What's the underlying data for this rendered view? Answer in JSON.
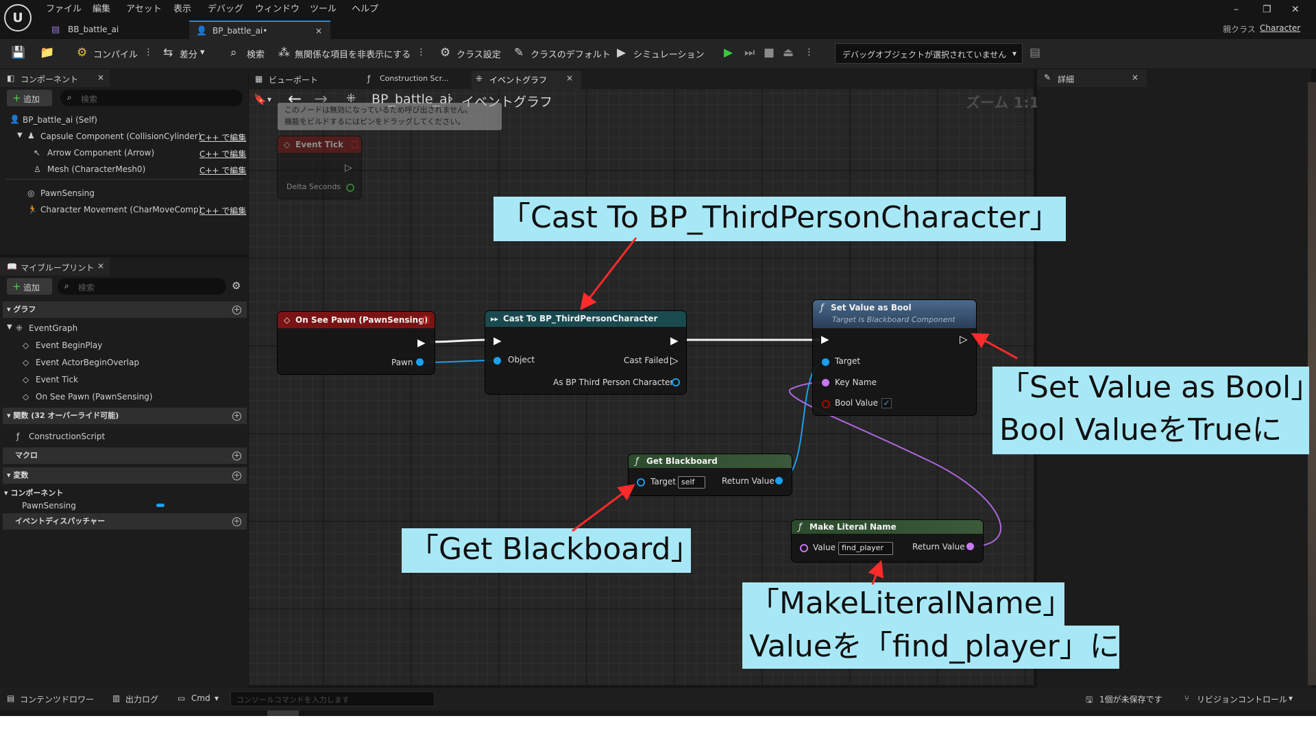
{
  "menu": [
    "ファイル",
    "編集",
    "アセット",
    "表示",
    "デバッグ",
    "ウィンドウ",
    "ツール",
    "ヘルプ"
  ],
  "doc_tabs": [
    {
      "label": "BB_battle_ai"
    },
    {
      "label": "BP_battle_ai•"
    }
  ],
  "parent_class": {
    "label": "親クラス",
    "value": "Character"
  },
  "toolbar": {
    "compile": "コンパイル",
    "diff": "差分",
    "search": "検索",
    "hide_unrelated": "無関係な項目を非表示にする",
    "class_settings": "クラス設定",
    "class_defaults": "クラスのデフォルト",
    "simulation": "シミュレーション",
    "debug_object": "デバッグオブジェクトが選択されていません"
  },
  "components_panel": {
    "title": "コンポーネント",
    "add": "追加",
    "search_placeholder": "検索",
    "self": "BP_battle_ai (Self)",
    "edit_cpp": "C++ で編集",
    "items": [
      {
        "label": "Capsule Component (CollisionCylinder)"
      },
      {
        "label": "Arrow Component (Arrow)"
      },
      {
        "label": "Mesh (CharacterMesh0)"
      },
      {
        "label": "PawnSensing"
      },
      {
        "label": "Character Movement (CharMoveComp)"
      }
    ]
  },
  "my_blueprint": {
    "title": "マイブループリント",
    "add": "追加",
    "search_placeholder": "検索",
    "graph_section": "グラフ",
    "event_graph": "EventGraph",
    "events": [
      "Event BeginPlay",
      "Event ActorBeginOverlap",
      "Event Tick",
      "On See Pawn (PawnSensing)"
    ],
    "functions_section": "関数 (32 オーバーライド可能)",
    "construction_script": "ConstructionScript",
    "macros_section": "マクロ",
    "variables_section": "変数",
    "components_category": "コンポーネント",
    "pawn_sensing_var": "PawnSensing",
    "dispatchers_section": "イベントディスパッチャー"
  },
  "editor_tabs": {
    "viewport": "ビューポート",
    "construction": "Construction Scr...",
    "event_graph": "イベントグラフ"
  },
  "breadcrumb": {
    "blueprint": "BP_battle_ai",
    "graph": "イベントグラフ"
  },
  "zoom": "ズーム 1:1",
  "hint": {
    "line1": "このノードは無効になっているため呼び出されません。",
    "line2": "機能をビルドするにはピンをドラッグしてください。"
  },
  "nodes": {
    "event_tick": {
      "title": "Event Tick",
      "delta": "Delta Seconds"
    },
    "on_see_pawn": {
      "title": "On See Pawn (PawnSensing)",
      "pawn": "Pawn"
    },
    "cast": {
      "title": "Cast To BP_ThirdPersonCharacter",
      "object": "Object",
      "cast_failed": "Cast Failed",
      "as_bp": "As BP Third Person Character"
    },
    "set_value": {
      "title": "Set Value as Bool",
      "subtitle": "Target is Blackboard Component",
      "target": "Target",
      "key_name": "Key Name",
      "bool_value": "Bool Value",
      "bool_checked": true
    },
    "get_blackboard": {
      "title": "Get Blackboard",
      "target": "Target",
      "target_value": "self",
      "return_value": "Return Value"
    },
    "make_literal": {
      "title": "Make Literal Name",
      "value": "Value",
      "value_text": "find_player",
      "return_value": "Return Value"
    }
  },
  "callouts": {
    "cast": "「Cast To BP_ThirdPersonCharacter」",
    "set_value_1": "「Set Value as Bool」",
    "set_value_2": "Bool ValueをTrueに",
    "get_blackboard": "「Get Blackboard」",
    "make_literal_1": "「MakeLiteralName」",
    "make_literal_2": "Valueを「find_player」に"
  },
  "details": {
    "title": "詳細"
  },
  "bottom": {
    "content_drawer": "コンテンツドロワー",
    "output_log": "出力ログ",
    "cmd": "Cmd",
    "console_placeholder": "コンソールコマンドを入力します",
    "unsaved": "1個が未保存です",
    "revision_control": "リビジョンコントロール"
  },
  "colors": {
    "exec_wire": "#f2f2f2",
    "object_pin": "#1aa0f0",
    "name_pin": "#c878f0",
    "bool_pin": "#b00000",
    "event_header": "#7a1414",
    "cast_header": "#1a4a50",
    "function_header": "#2c4a2c",
    "callout_bg": "#a8e8f6",
    "arrow": "#ff2a2a"
  }
}
